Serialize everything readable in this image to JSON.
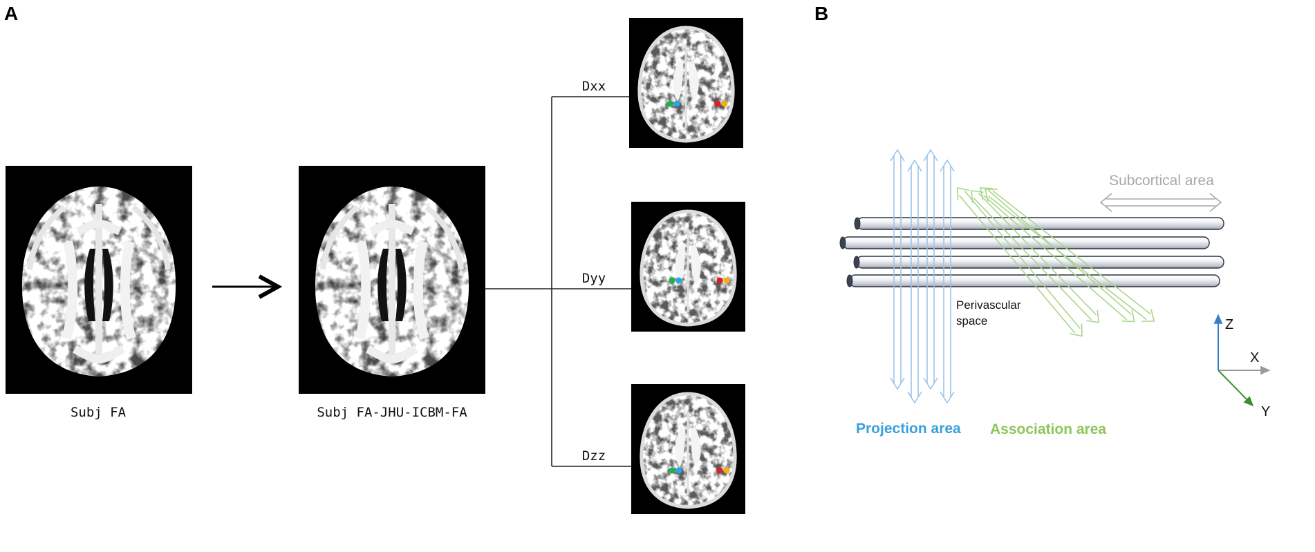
{
  "panel_a": {
    "letter": "A",
    "images": {
      "subj_fa_caption": "Subj FA",
      "registered_caption": "Subj FA-JHU-ICBM-FA"
    },
    "maps": [
      {
        "label": "Dxx"
      },
      {
        "label": "Dyy"
      },
      {
        "label": "Dzz"
      }
    ],
    "roi_colors": [
      "#1db34a",
      "#2aa6e6",
      "#e02020",
      "#f2b10c"
    ]
  },
  "panel_b": {
    "letter": "B",
    "subcortical_label": "Subcortical area",
    "perivascular_label_line1": "Perivascular",
    "perivascular_label_line2": "space",
    "projection_label": "Projection area",
    "association_label": "Association area",
    "axes": {
      "z": "Z",
      "x": "X",
      "y": "Y"
    },
    "colors": {
      "projection": "#3aa0dc",
      "association": "#8cc65a",
      "subcortical": "#a8a8a8",
      "axis_z": "#3a7dc9",
      "axis_x": "#9a9a9a",
      "axis_y": "#3e8e2e"
    }
  }
}
